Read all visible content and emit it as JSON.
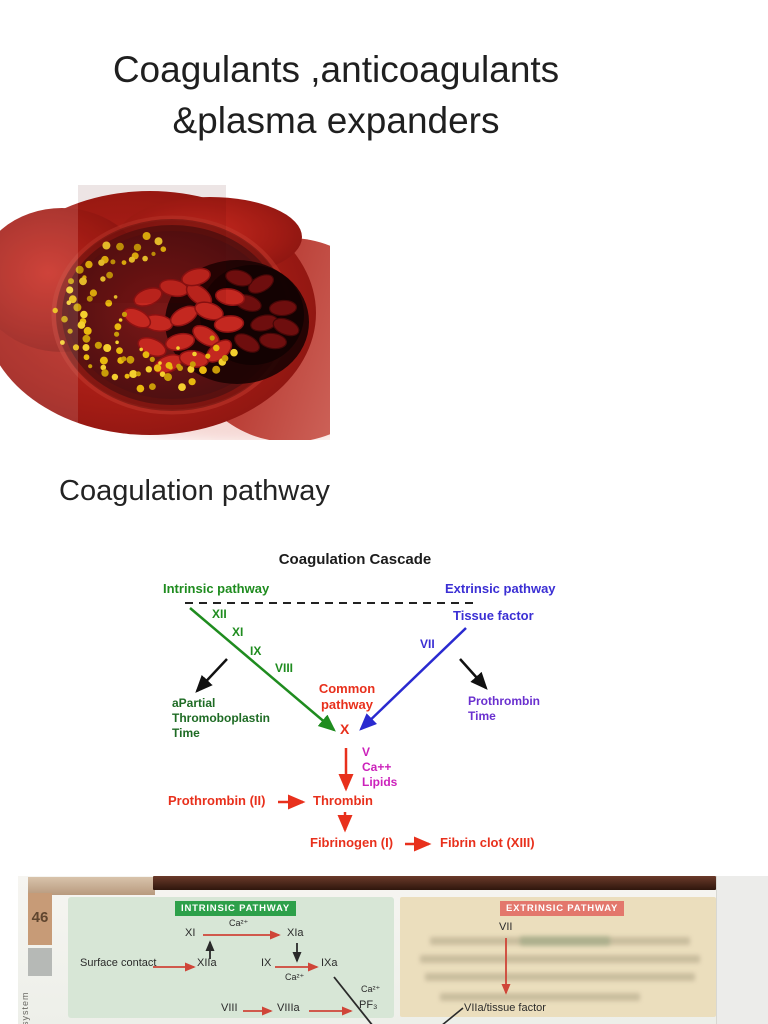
{
  "slide": {
    "title_lines": [
      "Coagulants ,anticoagulants",
      "&plasma expanders"
    ],
    "section_heading": "Coagulation pathway"
  },
  "cascade": {
    "title": "Coagulation Cascade",
    "intrinsic_pathway_label": "Intrinsic pathway",
    "extrinsic_pathway_label": "Extrinsic pathway",
    "tissue_factor_label": "Tissue factor",
    "intrinsic_factors": [
      "XII",
      "XI",
      "IX",
      "VIII"
    ],
    "extrinsic_factor": "VII",
    "aptt_lines": [
      "aPartial",
      "Thromoboplastin",
      "Time"
    ],
    "pt_lines": [
      "Prothrombin",
      "Time"
    ],
    "common_pathway_lines": [
      "Common",
      "pathway"
    ],
    "factor_x": "X",
    "cofactor_lines": [
      "V",
      "Ca++",
      "Lipids"
    ],
    "prothrombin_label": "Prothrombin (II)",
    "thrombin_label": "Thrombin",
    "fibrinogen_label": "Fibrinogen (I)",
    "fibrin_clot_label": "Fibrin clot (XIII)",
    "colors": {
      "intrinsic_green": "#1f8c1f",
      "aptt_dark_green": "#1e6b24",
      "extrinsic_blue": "#3b2fd4",
      "pt_purple": "#6a30cf",
      "common_red": "#e8301c",
      "cofactor_magenta": "#cc22bb",
      "title_black": "#1c1c1c"
    }
  },
  "textbook_scan": {
    "page_number": "46",
    "margin_vertical_text": "system",
    "intrinsic_panel": {
      "header": "INTRINSIC PATHWAY",
      "header_bg": "#2da04a",
      "factor_xi": "XI",
      "factor_xia": "XIa",
      "ca_label": "Ca²⁺",
      "surface_contact": "Surface contact",
      "factor_xiia": "XIIa",
      "factor_ix": "IX",
      "factor_ixa": "IXa",
      "pf3_label": "PF₃",
      "factor_viii": "VIII",
      "factor_viiia": "VIIIa"
    },
    "extrinsic_panel": {
      "header": "EXTRINSIC PATHWAY",
      "header_bg": "#e3776c",
      "factor_vii": "VII",
      "viia_tissue_factor": "VIIa/tissue factor"
    }
  }
}
